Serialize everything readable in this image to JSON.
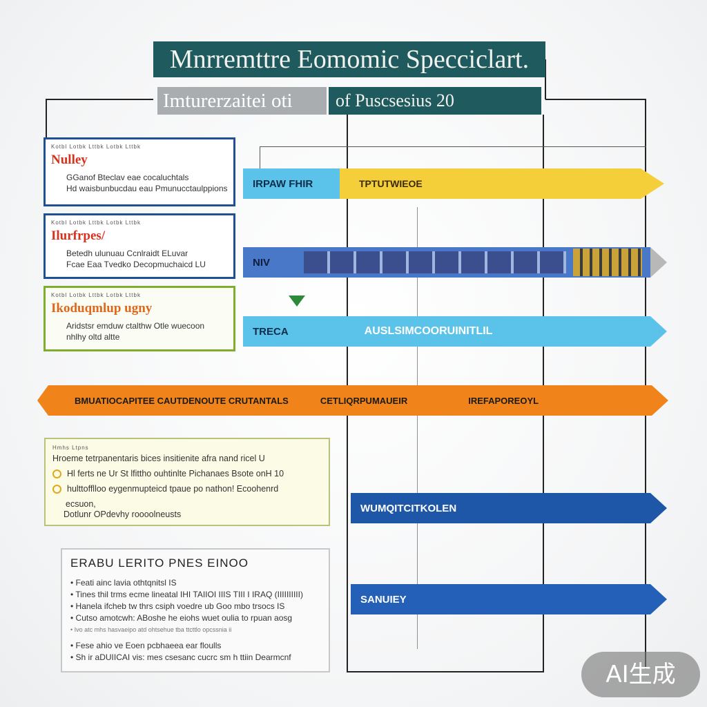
{
  "header": {
    "title": "Mnrremttre Eomomic Specciclart.",
    "subtitle_left": "Imturerzaitei oti",
    "subtitle_right": "of Puscsesius 20"
  },
  "info_boxes": [
    {
      "tiny": "Kotbl Lotbk Lttbk Lotbk Lttbk",
      "heading": "Nulley",
      "lines": [
        "GGanof Bteclav eae cocaluchtals",
        "Hd waisbunbucdau eau Pmunucctaulppions"
      ]
    },
    {
      "tiny": "Kotbl Lotbk Lttbk Lotbk Lttbk",
      "heading": "Ilurfrpes/",
      "lines": [
        "Betedh ulunuau Ccnlraidt ELuvar",
        "Fcae Eaa Tvedko Decopmuchaicd LU"
      ]
    },
    {
      "tiny": "Kotbl Lotbk Lttbk Lotbk Lttbk",
      "heading": "Ikoduqmlup ugny",
      "lines": [
        "Aridstsr emduw ctalthw Otle wuecoon",
        "nhlhy oltd altte"
      ]
    }
  ],
  "bands": {
    "yellow": {
      "left": "IRPAW FHIR",
      "right": "TPTUTWIEOE",
      "color": "#f4cf3a"
    },
    "train": {
      "left": "NIV",
      "color": "#4a78c8"
    },
    "skyblue": {
      "left": "TRECA",
      "right": "AUSLSIMCOORUINITLIL",
      "color": "#5bc2ea"
    },
    "orange": {
      "left": "BMUATIOCAPITEE CAUTDENOUTE CRUTANTALS",
      "middle": "CETLIQRPUMAUEIR",
      "right": "IREFAPOREOYL",
      "color": "#f0841a"
    },
    "navy": {
      "label": "WUMQITCITKOLEN",
      "color": "#1f57a8"
    },
    "royal": {
      "label": "SANUIEY",
      "color": "#2460b8"
    }
  },
  "note_panel": {
    "header": "Hmhs Ltpns",
    "intro": "Hroeme tetrpanentaris bices insitienite afra nand ricel U",
    "items": [
      "Hl ferts ne Ur St lfittho ouhtinlte Pichanaes Bsote onH 10",
      "hulttofflloo eygenmupteicd tpaue po nathon! Ecoohenrd",
      "ecsuon,"
    ],
    "footer": "Dotlunr OPdevhy roooolneusts"
  },
  "notes_panel": {
    "title": "ERABU LERITO PNES EINOO",
    "bullets": [
      "Feati ainc lavia othtqnitsl IS",
      "Tines thil trms ecme lineatal IHI TAIIOI IIIS TIII I IRAQ (IIIIIIIIII)",
      "Hanela ifcheb tw thrs csiph voedre ub Goo mbo trsocs IS",
      "Cutso amotcwh: ABoshe he eiohs wuet oulia to rpuan aosg",
      "Ivo atc mhs hasvaeipo atd ohtsehue tba ttcttlo opcssnia ii"
    ],
    "extra": [
      "Fese ahio ve Eoen pcbhaeea ear floulls",
      "Sh ir aDUIICAI vis: mes csesanc cucrc sm h ttiin Dearmcnf"
    ]
  },
  "watermark": "AI生成"
}
